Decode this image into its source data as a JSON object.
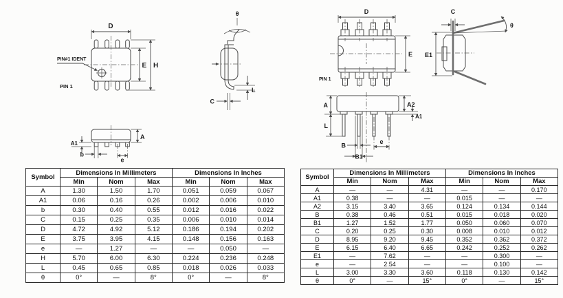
{
  "colors": {
    "background": "#fcfcfb",
    "line_ink": "#4a4a4a",
    "text_ink": "#1c1c1c",
    "table_border": "#2a2a2a"
  },
  "drawings": {
    "soic_top": {
      "d": "D",
      "e": "E",
      "h": "H",
      "pin1_ident": "PIN#1 IDENT",
      "pin1": "PIN 1"
    },
    "soic_side": {
      "theta": "θ",
      "l": "L",
      "c": "C"
    },
    "soic_front": {
      "a": "A",
      "a1": "A1",
      "b": "b",
      "e": "e"
    },
    "dip_top": {
      "d": "D",
      "e": "E",
      "pin1": "PIN 1"
    },
    "dip_end": {
      "e1": "E1",
      "c": "C",
      "theta": "θ"
    },
    "dip_front": {
      "a": "A",
      "a2": "A2",
      "a1": "A1",
      "l": "L",
      "b": "B",
      "b1": "B1",
      "e": "e"
    }
  },
  "soic_table": {
    "headers": {
      "symbol": "Symbol",
      "mm_group": "Dimensions In Millimeters",
      "in_group": "Dimensions In Inches",
      "min": "Min",
      "nom": "Nom",
      "max": "Max"
    },
    "rows": [
      [
        "A",
        "1.30",
        "1.50",
        "1.70",
        "0.051",
        "0.059",
        "0.067"
      ],
      [
        "A1",
        "0.06",
        "0.16",
        "0.26",
        "0.002",
        "0.006",
        "0.010"
      ],
      [
        "b",
        "0.30",
        "0.40",
        "0.55",
        "0.012",
        "0.016",
        "0.022"
      ],
      [
        "C",
        "0.15",
        "0.25",
        "0.35",
        "0.006",
        "0.010",
        "0.014"
      ],
      [
        "D",
        "4.72",
        "4.92",
        "5.12",
        "0.186",
        "0.194",
        "0.202"
      ],
      [
        "E",
        "3.75",
        "3.95",
        "4.15",
        "0.148",
        "0.156",
        "0.163"
      ],
      [
        "e",
        "—",
        "1.27",
        "—",
        "—",
        "0.050",
        "—"
      ],
      [
        "H",
        "5.70",
        "6.00",
        "6.30",
        "0.224",
        "0.236",
        "0.248"
      ],
      [
        "L",
        "0.45",
        "0.65",
        "0.85",
        "0.018",
        "0.026",
        "0.033"
      ],
      [
        "θ",
        "0°",
        "—",
        "8°",
        "0°",
        "—",
        "8°"
      ]
    ]
  },
  "dip_table": {
    "headers": {
      "symbol": "Symbol",
      "mm_group": "Dimensions In Millimeters",
      "in_group": "Dimensions In Inches",
      "min": "Min",
      "nom": "Nom",
      "max": "Max"
    },
    "rows": [
      [
        "A",
        "—",
        "—",
        "4.31",
        "—",
        "—",
        "0.170"
      ],
      [
        "A1",
        "0.38",
        "—",
        "—",
        "0.015",
        "—",
        "—"
      ],
      [
        "A2",
        "3.15",
        "3.40",
        "3.65",
        "0.124",
        "0.134",
        "0.144"
      ],
      [
        "B",
        "0.38",
        "0.46",
        "0.51",
        "0.015",
        "0.018",
        "0.020"
      ],
      [
        "B1",
        "1.27",
        "1.52",
        "1.77",
        "0.050",
        "0.060",
        "0.070"
      ],
      [
        "C",
        "0.20",
        "0.25",
        "0.30",
        "0.008",
        "0.010",
        "0.012"
      ],
      [
        "D",
        "8.95",
        "9.20",
        "9.45",
        "0.352",
        "0.362",
        "0.372"
      ],
      [
        "E",
        "6.15",
        "6.40",
        "6.65",
        "0.242",
        "0.252",
        "0.262"
      ],
      [
        "E1",
        "—",
        "7.62",
        "—",
        "—",
        "0.300",
        "—"
      ],
      [
        "e",
        "—",
        "2.54",
        "—",
        "—",
        "0.100",
        "—"
      ],
      [
        "L",
        "3.00",
        "3.30",
        "3.60",
        "0.118",
        "0.130",
        "0.142"
      ],
      [
        "θ",
        "0°",
        "—",
        "15°",
        "0°",
        "—",
        "15°"
      ]
    ]
  }
}
